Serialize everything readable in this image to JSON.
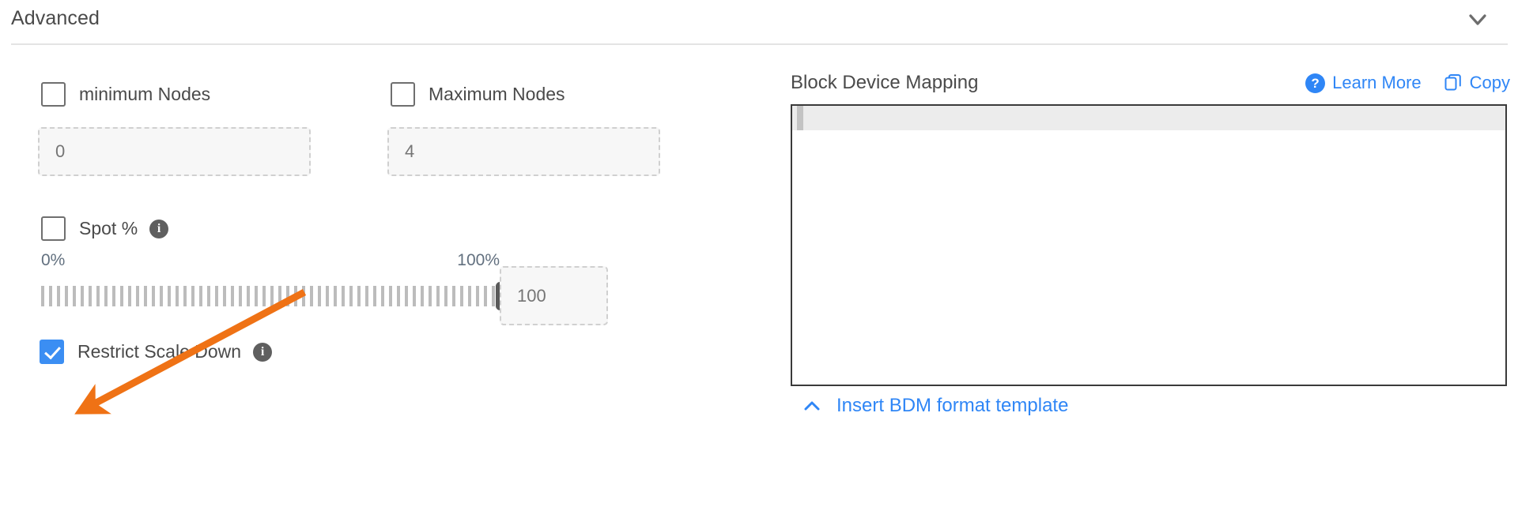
{
  "section": {
    "title": "Advanced",
    "collapse_icon": "chevron-down-icon"
  },
  "left": {
    "min_nodes": {
      "label": "minimum Nodes",
      "checked": false,
      "value": "",
      "placeholder": "0"
    },
    "max_nodes": {
      "label": "Maximum Nodes",
      "checked": false,
      "value": "",
      "placeholder": "4"
    },
    "spot": {
      "label": "Spot %",
      "checked": false,
      "info_icon": "info-icon"
    },
    "slider": {
      "min_label": "0%",
      "max_label": "100%",
      "value": 100,
      "min": 0,
      "max": 100,
      "value_field_placeholder": "100",
      "value_field_value": ""
    },
    "restrict_scale_down": {
      "label": "Restrict Scale Down",
      "checked": true,
      "info_icon": "info-icon"
    }
  },
  "right": {
    "title": "Block Device Mapping",
    "learn_more": {
      "label": "Learn More",
      "icon": "question-circle-icon"
    },
    "copy": {
      "label": "Copy",
      "icon": "copy-icon"
    },
    "editor": {
      "content": "",
      "first_line": ""
    },
    "insert_template": {
      "label": "Insert BDM format template",
      "icon": "chevron-up-icon"
    }
  },
  "colors": {
    "accent_blue": "#2f86f6",
    "checkbox_blue": "#3b8ef3",
    "annotation_orange": "#ef7215",
    "text_gray": "#4a4a4a",
    "scale_label": "#62707f"
  }
}
